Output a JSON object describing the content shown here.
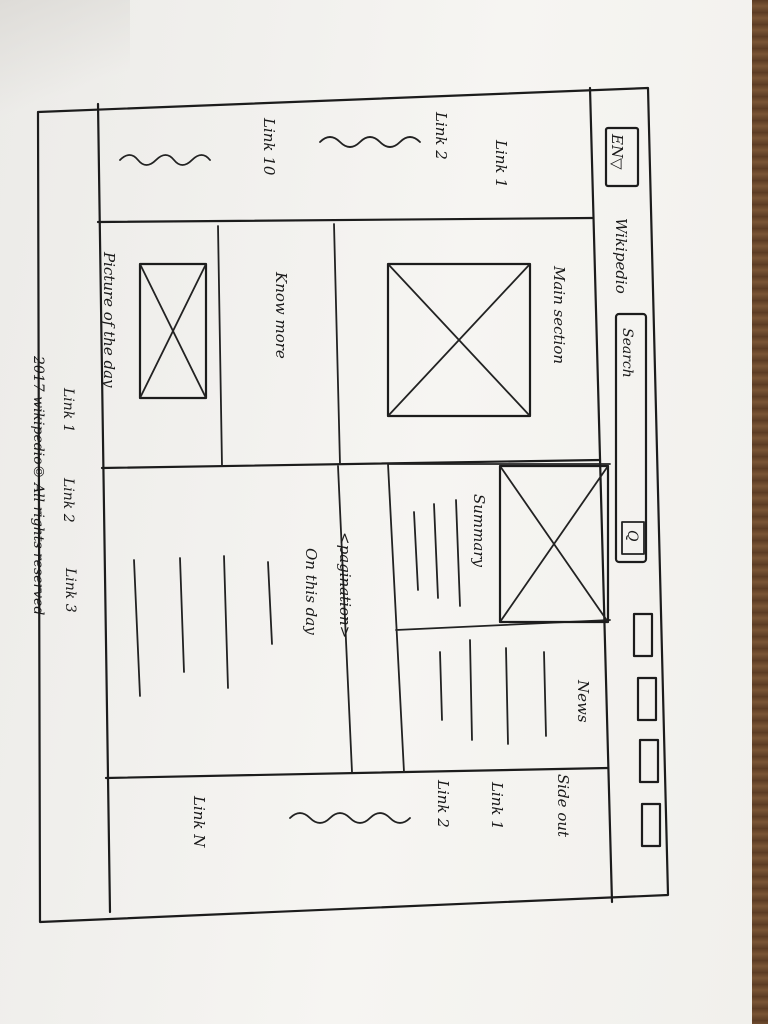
{
  "header": {
    "language_button": "EN▽",
    "logo_text": "Wikipedio",
    "search_placeholder": "Search",
    "search_button": "Q"
  },
  "left_menu": {
    "links": [
      "Link 1",
      "Link 2",
      "Link 10"
    ]
  },
  "main_section": {
    "title": "Main section",
    "know_more": "Know more",
    "picture_of_the_day": "Picture of the day"
  },
  "content_row": {
    "pagination": "<pagination>",
    "on_this_day": "On this day",
    "summary": "Summary",
    "news": "News"
  },
  "side_out": {
    "title": "Side out",
    "links": [
      "Link 1",
      "Link 2",
      "Link N"
    ]
  },
  "footer": {
    "links": [
      "Link 1",
      "Link 2",
      "Link 3"
    ],
    "copyright": "2017 wikipedio© All rights reserved"
  }
}
